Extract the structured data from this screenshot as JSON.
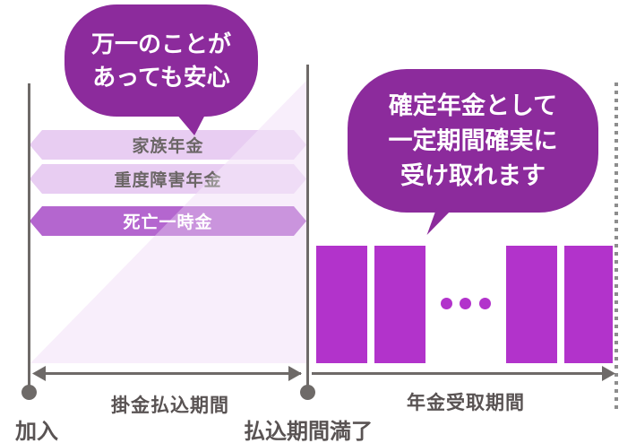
{
  "colors": {
    "bubble_purple": "#8c2b9c",
    "bar_purple": "#b233cb",
    "ribbon_light": "#e8cdf2",
    "ribbon_dark": "#b466cf",
    "triangle_base": "#f5e7f9",
    "axis_gray": "#6e6a68",
    "label_gray": "#595353",
    "ribbon_text_gray": "#6b6666",
    "dotted_gray": "#8d8d8d"
  },
  "bubble_left": {
    "lines": [
      "万一のことが",
      "あっても安心"
    ]
  },
  "bubble_right": {
    "lines": [
      "確定年金として",
      "一定期間確実に",
      "受け取れます"
    ]
  },
  "ribbons": [
    {
      "label": "家族年金"
    },
    {
      "label": "重度障害年金"
    },
    {
      "label": "死亡一時金"
    }
  ],
  "timeline": {
    "payment_period": "掛金払込期間",
    "receiving_period": "年金受取期間",
    "join": "加入",
    "maturity": "払込期間満了"
  }
}
